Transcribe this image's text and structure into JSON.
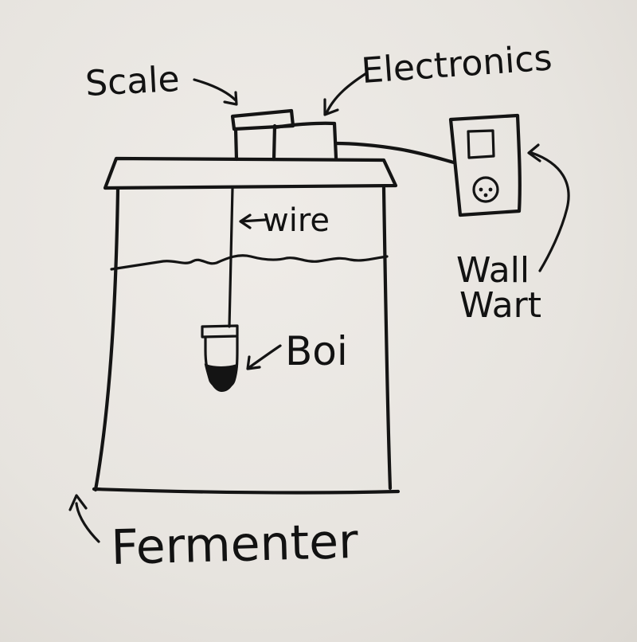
{
  "labels": {
    "scale": "Scale",
    "electronics": "Electronics",
    "wire": "wire",
    "boi": "Boi",
    "wall_wart_line1": "Wall",
    "wall_wart_line2": "Wart",
    "fermenter": "Fermenter"
  },
  "colors": {
    "ink": "#141414",
    "paper": "#e9e6e1"
  }
}
